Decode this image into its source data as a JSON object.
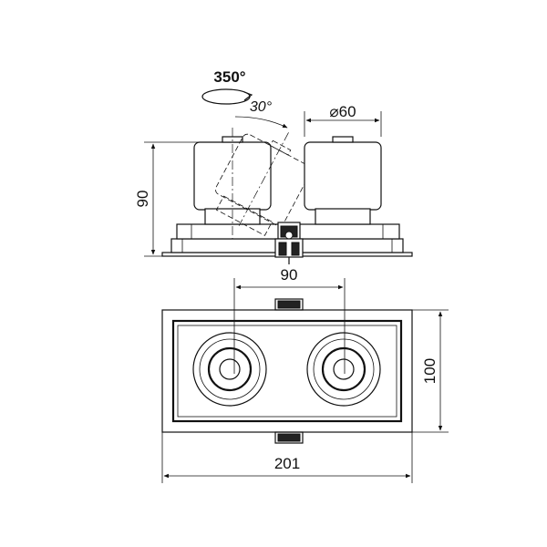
{
  "dimensions": {
    "rotation_horizontal": "350°",
    "tilt_angle": "30°",
    "lamp_diameter": "⌀60",
    "height": "90",
    "lamp_spacing": "90",
    "width": "201",
    "depth": "100"
  },
  "colors": {
    "line": "#111111",
    "background": "#ffffff"
  }
}
